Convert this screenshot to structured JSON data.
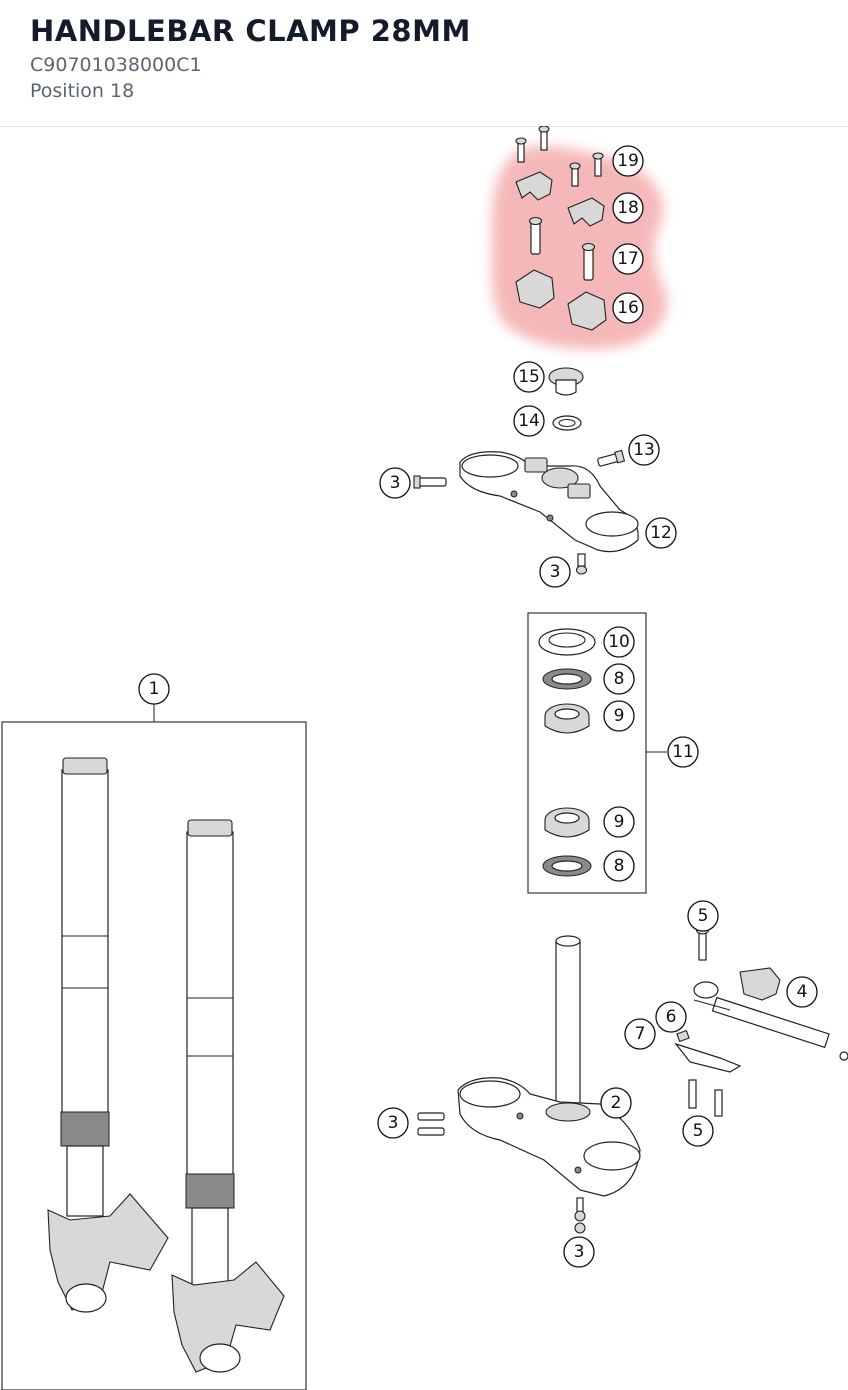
{
  "header": {
    "title": "HANDLEBAR CLAMP 28MM",
    "part_number": "C90701038000C1",
    "position": "Position 18"
  },
  "diagram": {
    "highlight_color": "#f08a8a",
    "callouts": [
      "19",
      "18",
      "17",
      "16",
      "15",
      "14",
      "13",
      "3",
      "12",
      "3",
      "10",
      "8",
      "9",
      "11",
      "9",
      "8",
      "1",
      "5",
      "4",
      "6",
      "7",
      "2",
      "3",
      "5",
      "3"
    ],
    "highlighted_callout": "18"
  }
}
